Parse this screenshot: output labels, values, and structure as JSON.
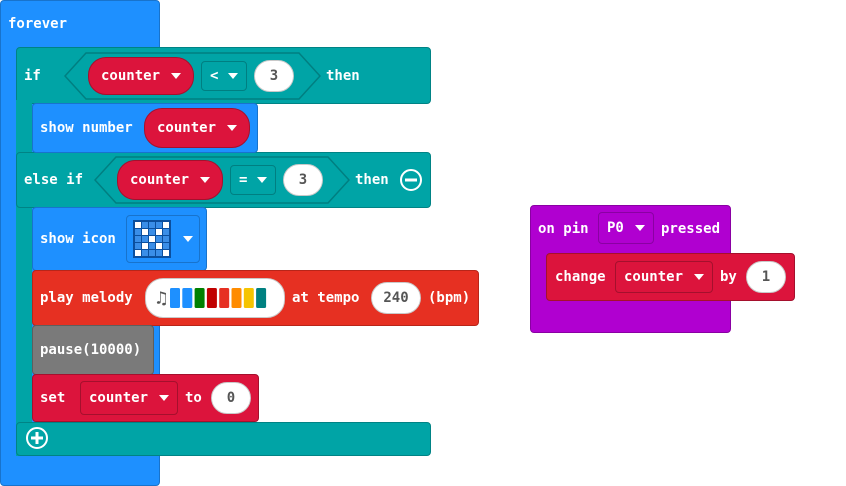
{
  "colors": {
    "loops": "#1e90ff",
    "logic": "#00a4a6",
    "basic": "#1e90ff",
    "variables": "#dc143c",
    "music": "#e63022",
    "pause": "#7a7a7a",
    "pins": "#b000d0"
  },
  "forever": {
    "label": "forever"
  },
  "if_block": {
    "if_label": "if",
    "then_label": "then",
    "cond1": {
      "variable": "counter",
      "operator": "<",
      "value": "3"
    },
    "show_number": {
      "label": "show number",
      "variable": "counter"
    },
    "else_if_label": "else if",
    "cond2": {
      "variable": "counter",
      "operator": "=",
      "value": "3"
    },
    "then2_label": "then",
    "show_icon": {
      "label": "show icon"
    },
    "play_melody": {
      "label": "play melody",
      "tempo_label": "at tempo",
      "tempo_value": "240",
      "unit": "(bpm)",
      "notes": [
        "#1e90ff",
        "#1e90ff",
        "#008000",
        "#c00000",
        "#e63022",
        "#ff8c00",
        "#f5c400",
        "#008080"
      ]
    },
    "pause": {
      "label": "pause(10000)"
    },
    "set_block": {
      "label": "set",
      "variable": "counter",
      "to_label": "to",
      "value": "0"
    }
  },
  "on_pin": {
    "label": "on pin",
    "pin": "P0",
    "pressed_label": "pressed",
    "change": {
      "label": "change",
      "variable": "counter",
      "by_label": "by",
      "value": "1"
    }
  }
}
